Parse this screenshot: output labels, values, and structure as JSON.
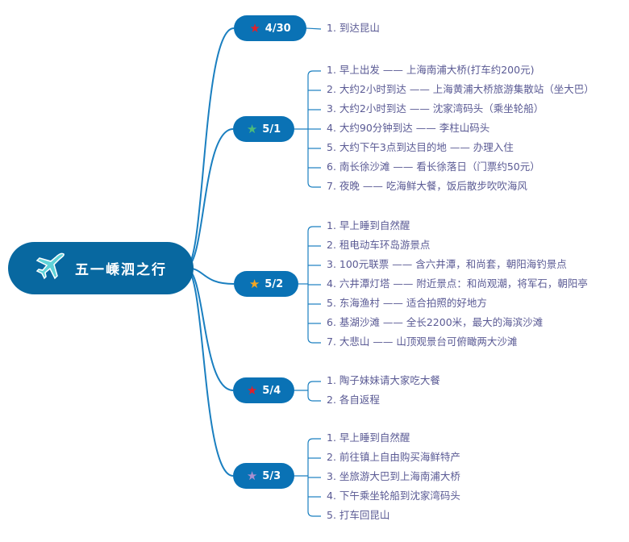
{
  "title": "五一嵊泗之行",
  "root_icon": "airplane-icon",
  "colors": {
    "root": "#0868a0",
    "node": "#0a72b5",
    "line": "#1a7fc0",
    "text": "#5a5a94"
  },
  "groups": [
    {
      "label": "4/30",
      "star_color": "#e0202a",
      "items": [
        "1. 到达昆山"
      ]
    },
    {
      "label": "5/1",
      "star_color": "#4cbb7a",
      "items": [
        "1. 早上出发  ——  上海南浦大桥(打车约200元)",
        "2. 大约2小时到达  ——  上海黄浦大桥旅游集散站（坐大巴）",
        "3. 大约2小时到达  ——  沈家湾码头（乘坐轮船）",
        "4. 大约90分钟到达  ——  李柱山码头",
        "5. 大约下午3点到达目的地  ——  办理入住",
        "6. 南长徐沙滩  ——  看长徐落日（门票约50元）",
        "7. 夜晚  ——  吃海鲜大餐，饭后散步吹吹海风"
      ]
    },
    {
      "label": "5/2",
      "star_color": "#f5a623",
      "items": [
        "1. 早上睡到自然醒",
        "2. 租电动车环岛游景点",
        "3. 100元联票  ——  含六井潭，和尚套，朝阳海钓景点",
        "4. 六井潭灯塔  ——  附近景点：和尚观潮，将军石，朝阳亭",
        "5. 东海渔村  ——  适合拍照的好地方",
        "6. 基湖沙滩  ——  全长2200米，最大的海滨沙滩",
        "7. 大悲山  ——  山顶观景台可俯瞰两大沙滩"
      ]
    },
    {
      "label": "5/4",
      "star_color": "#e0202a",
      "items": [
        "1. 陶子妹妹请大家吃大餐",
        "2. 各自返程"
      ]
    },
    {
      "label": "5/3",
      "star_color": "#a98fd0",
      "items": [
        "1. 早上睡到自然醒",
        "2. 前往镇上自由购买海鲜特产",
        "3. 坐旅游大巴到上海南浦大桥",
        "4. 下午乘坐轮船到沈家湾码头",
        "5. 打车回昆山"
      ]
    }
  ]
}
